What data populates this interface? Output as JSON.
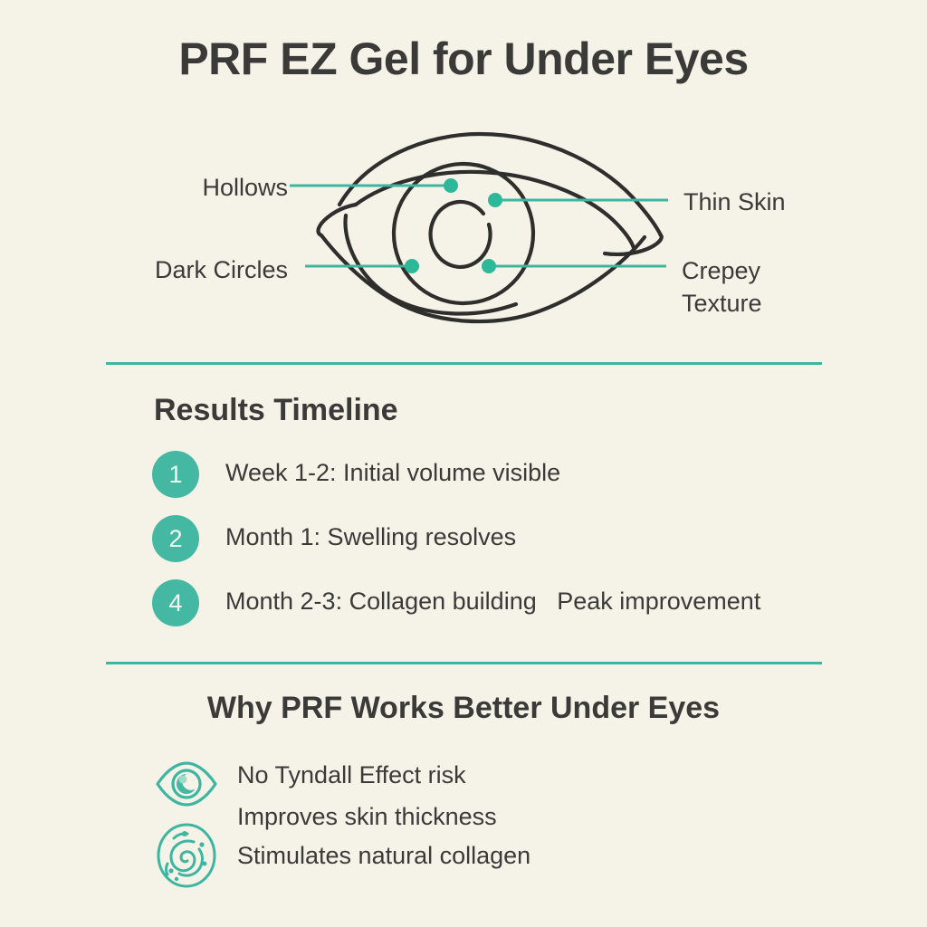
{
  "page": {
    "title": "PRF EZ Gel for Under Eyes",
    "background_color": "#F5F3E8",
    "accent_color": "#3DB5A0",
    "badge_color": "#45B8A4",
    "text_color": "#3A3A38",
    "line_art_color": "#2E2E2C"
  },
  "diagram": {
    "name": "under-eye-anatomy-diagram",
    "labels": [
      {
        "id": "hollows",
        "text": "Hollows",
        "side": "left"
      },
      {
        "id": "dark-circles",
        "text": "Dark Circles",
        "side": "left"
      },
      {
        "id": "thin-skin",
        "text": "Thin Skin",
        "side": "right"
      },
      {
        "id": "crepey",
        "text": "Crepey\nTexture",
        "side": "right"
      }
    ]
  },
  "timeline": {
    "heading": "Results Timeline",
    "items": [
      {
        "number": "1",
        "text": "Week 1-2: Initial volume visible"
      },
      {
        "number": "2",
        "text": "Month 1: Swelling resolves"
      },
      {
        "number": "4",
        "text": "Month 2-3: Collagen building   Peak improvement"
      }
    ]
  },
  "why": {
    "heading": "Why PRF Works Better Under Eyes",
    "benefits": [
      {
        "text": "No Tyndall Effect risk",
        "icon": "eye-icon"
      },
      {
        "text": "Improves skin thickness",
        "icon": null
      },
      {
        "text": "Stimulates natural collagen",
        "icon": "cell-swirl-icon"
      }
    ]
  }
}
